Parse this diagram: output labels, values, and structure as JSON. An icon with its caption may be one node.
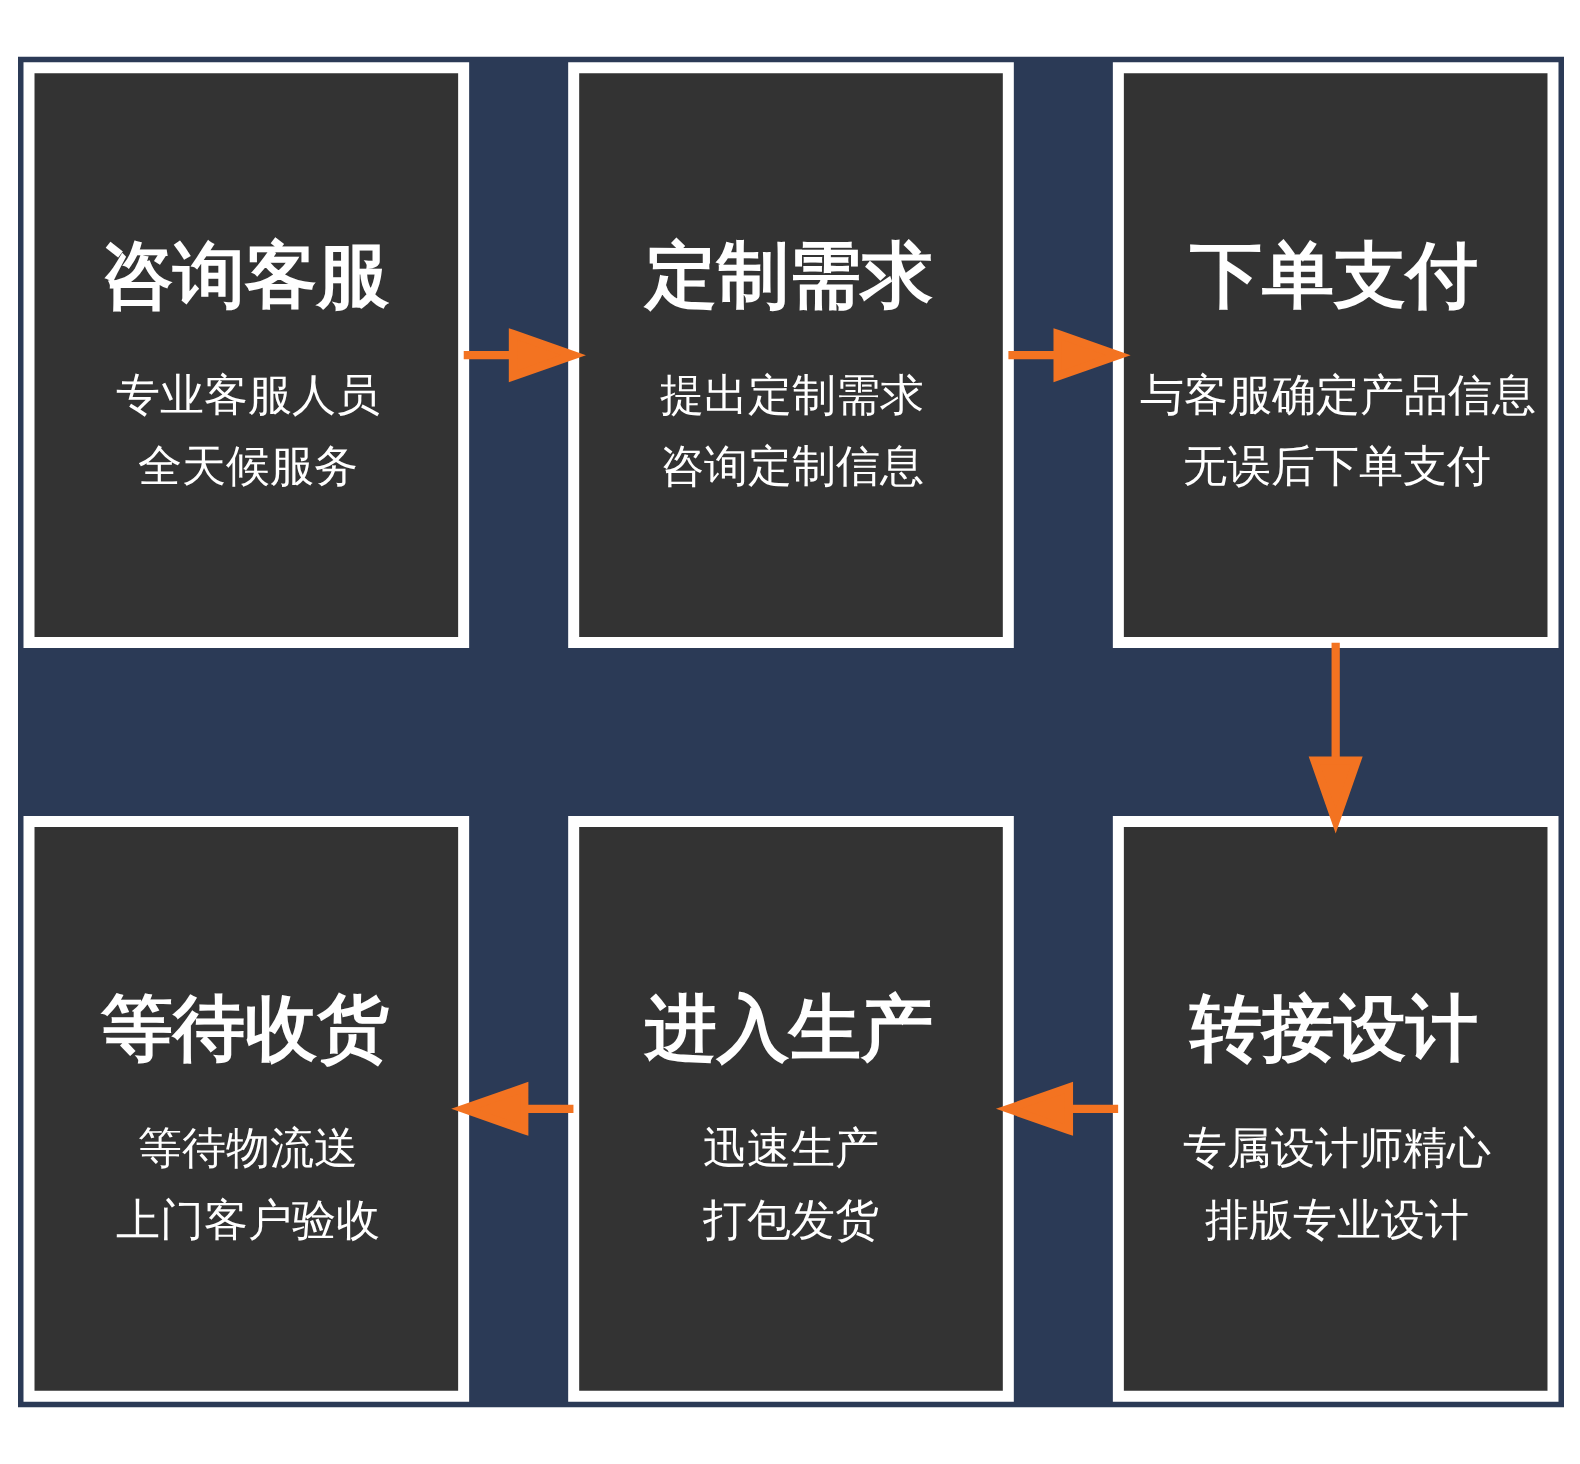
{
  "diagram": {
    "nodes": [
      {
        "text": [
          "咨询客服",
          "专业客服人员全天候服务"
        ]
      },
      {
        "text": [
          "定制需求",
          "提出定制需求咨询定制信息"
        ]
      },
      {
        "text": [
          "下单支付",
          "与客服确定产品信息无误后下单支付"
        ]
      },
      {
        "text": [
          "等待收货",
          "等待物流送上门客户验收"
        ]
      },
      {
        "text": [
          "进入生产",
          "迅速生产打包发货"
        ]
      },
      {
        "text": [
          "转接设计",
          "专属设计师精心排版专业设计"
        ]
      }
    ],
    "edges": [
      {
        "from": 0,
        "to": 1,
        "arrow": "to"
      },
      {
        "from": 1,
        "to": 2,
        "arrow": "to"
      },
      {
        "from": 2,
        "to": 5,
        "arrow": "to"
      },
      {
        "from": 5,
        "to": 4,
        "arrow": "to"
      },
      {
        "from": 4,
        "to": 3,
        "arrow": "to"
      }
    ]
  }
}
